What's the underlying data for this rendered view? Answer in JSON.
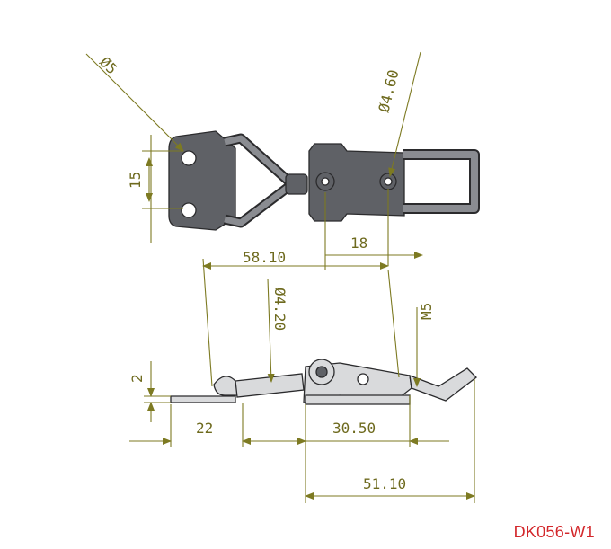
{
  "drawing": {
    "dimensions": {
      "hole_dia_5": "Ø5",
      "hole_dia_4_60": "Ø4.60",
      "hole_dia_4_20": "Ø4.20",
      "hole_spacing": "15",
      "length_58_10": "58.10",
      "length_18": "18",
      "thread_m5": "M5",
      "thickness_2": "2",
      "length_22": "22",
      "length_30_50": "30.50",
      "length_51_10": "51.10"
    },
    "colors": {
      "dimension": "#6e6a1e",
      "part_dark": "#5f6166",
      "code_text": "#d3272b"
    }
  },
  "part_code": "DK056-W1"
}
